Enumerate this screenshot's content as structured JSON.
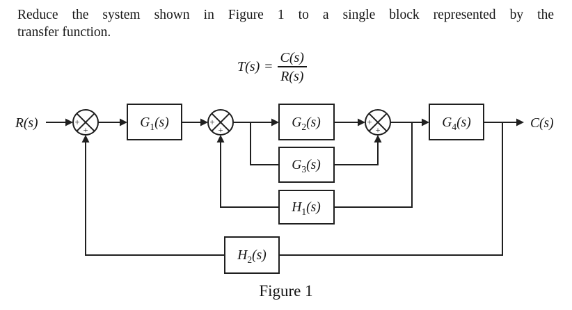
{
  "instruction": {
    "line1": "Reduce the system shown in Figure 1 to a single block represented by the",
    "line2": "transfer function."
  },
  "formula": {
    "lhs": "T(s)",
    "equals": "=",
    "numerator": "C(s)",
    "denominator": "R(s)"
  },
  "diagram": {
    "input_label": "R(s)",
    "output_label": "C(s)",
    "line_color": "#1f1f1f",
    "background_color": "#ffffff",
    "blocks": {
      "g1": {
        "base": "G",
        "sub": "1",
        "suffix": "(s)"
      },
      "g2": {
        "base": "G",
        "sub": "2",
        "suffix": "(s)"
      },
      "g3": {
        "base": "G",
        "sub": "3",
        "suffix": "(s)"
      },
      "g4": {
        "base": "G",
        "sub": "4",
        "suffix": "(s)"
      },
      "h1": {
        "base": "H",
        "sub": "1",
        "suffix": "(s)"
      },
      "h2": {
        "base": "H",
        "sub": "2",
        "suffix": "(s)"
      }
    },
    "junctions": {
      "sum1": {
        "left_sign": "+",
        "bottom_sign": "+"
      },
      "sum2": {
        "left_sign": "+",
        "bottom_sign": "+"
      },
      "sum3": {
        "left_sign": "+",
        "bottom_sign": "+"
      }
    }
  },
  "caption": "Figure 1"
}
